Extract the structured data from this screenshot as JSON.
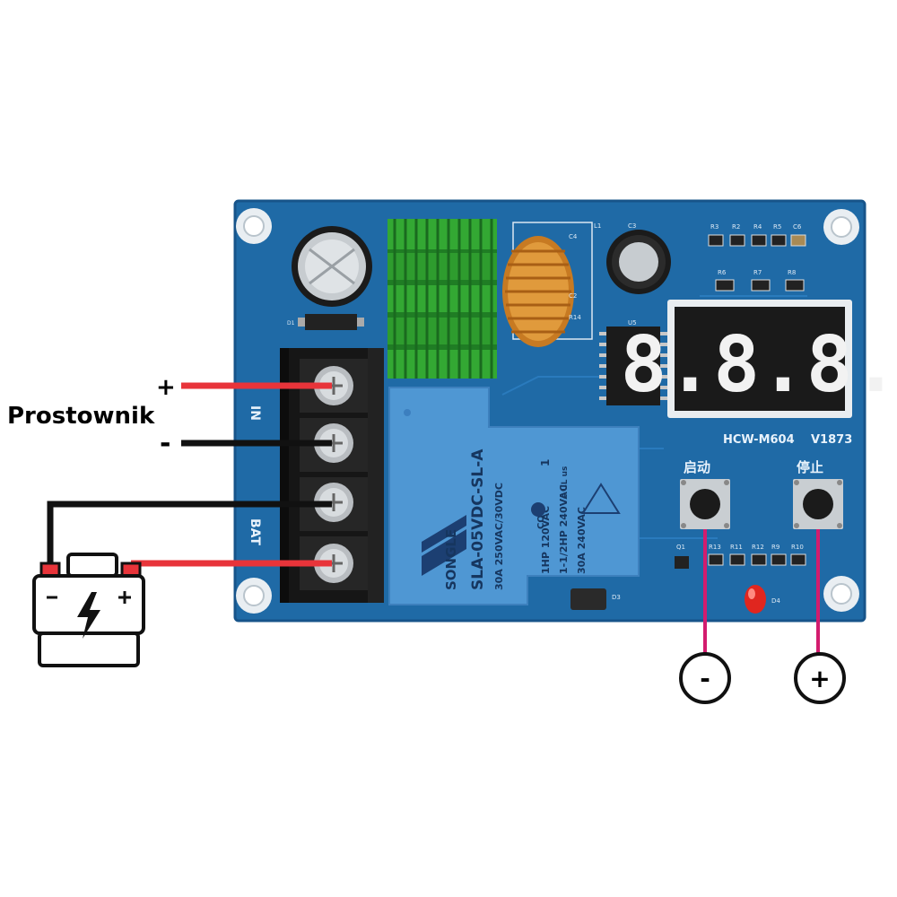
{
  "labels": {
    "prostownik": "Prostownik",
    "plus": "+",
    "minus": "-",
    "in": "IN",
    "bat": "BAT",
    "bottom_minus": "-",
    "bottom_plus": "+"
  },
  "board": {
    "model": "HCW-M604",
    "version": "V1873",
    "start_button": "启动",
    "stop_button": "停止",
    "display_digits": "8.8.8.",
    "components": {
      "r3": "R3",
      "r2": "R2",
      "r4": "R4",
      "r5": "R5",
      "c6": "C6",
      "r6": "R6",
      "r7": "R7",
      "r8": "R8",
      "l1": "L1",
      "c3": "C3",
      "c4": "C4",
      "c2": "C2",
      "r14": "R14",
      "u5": "U5",
      "q1": "Q1",
      "r13": "R13",
      "r11": "R11",
      "r12": "R12",
      "r9": "R9",
      "r10": "R10",
      "d3": "D3",
      "d4": "D4",
      "d1": "D1"
    }
  },
  "relay": {
    "brand": "SONGLE",
    "model": "SLA-05VDC-SL-A",
    "rating1": "30A 250VAC/30VDC",
    "rating2": "1HP 120VAC",
    "rating3": "1-1/2HP 240VAC",
    "rating4": "30A 240VAC",
    "cqc": "CQC",
    "ul": "c UL us",
    "num": "1"
  },
  "colors": {
    "pcb": "#1f6aa6",
    "pcb_dark": "#17548a",
    "relay": "#4f97d3",
    "wire_red": "#e8343a",
    "wire_black": "#111111",
    "wire_pink": "#d31c6e",
    "heatsink": "#2f9b2f",
    "coil": "#d98a2b"
  }
}
